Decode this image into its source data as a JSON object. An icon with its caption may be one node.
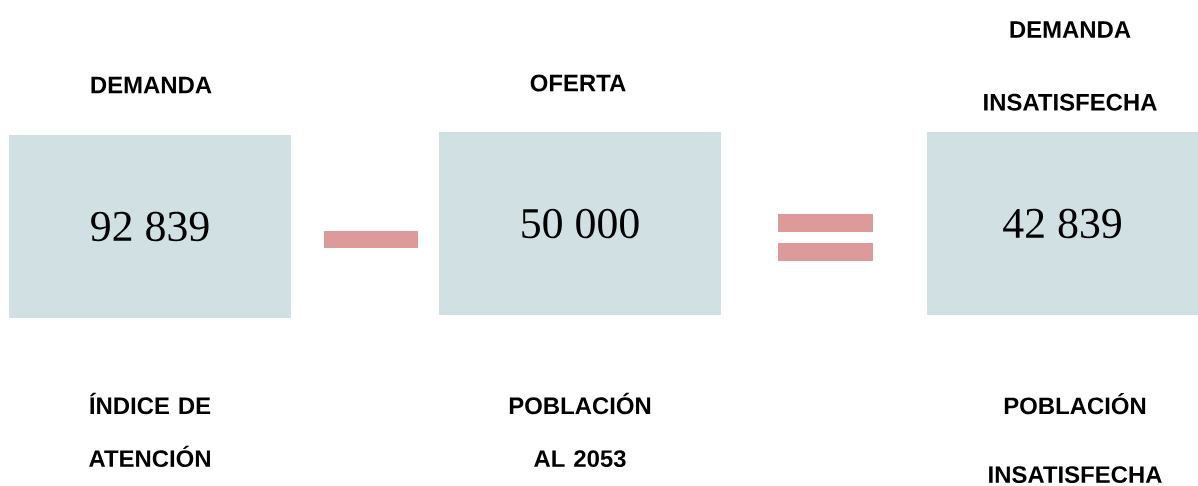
{
  "diagram": {
    "nodes": [
      {
        "text": [
          "DEMANDA",
          "92 839"
        ],
        "beside": [
          "ÍNDICE DE ATENCIÓN"
        ]
      },
      {
        "text": [],
        "shape": "bar"
      },
      {
        "text": [
          "OFERTA",
          "50 000"
        ],
        "beside": [
          "POBLACIÓN AL 2053"
        ]
      },
      {
        "text": [],
        "shape": "bar"
      },
      {
        "text": [],
        "shape": "bar"
      },
      {
        "text": [
          "DEMANDA INSATISFECHA",
          "42 839"
        ],
        "beside": [
          "POBLACIÓN INSATISFECHA"
        ]
      }
    ]
  }
}
